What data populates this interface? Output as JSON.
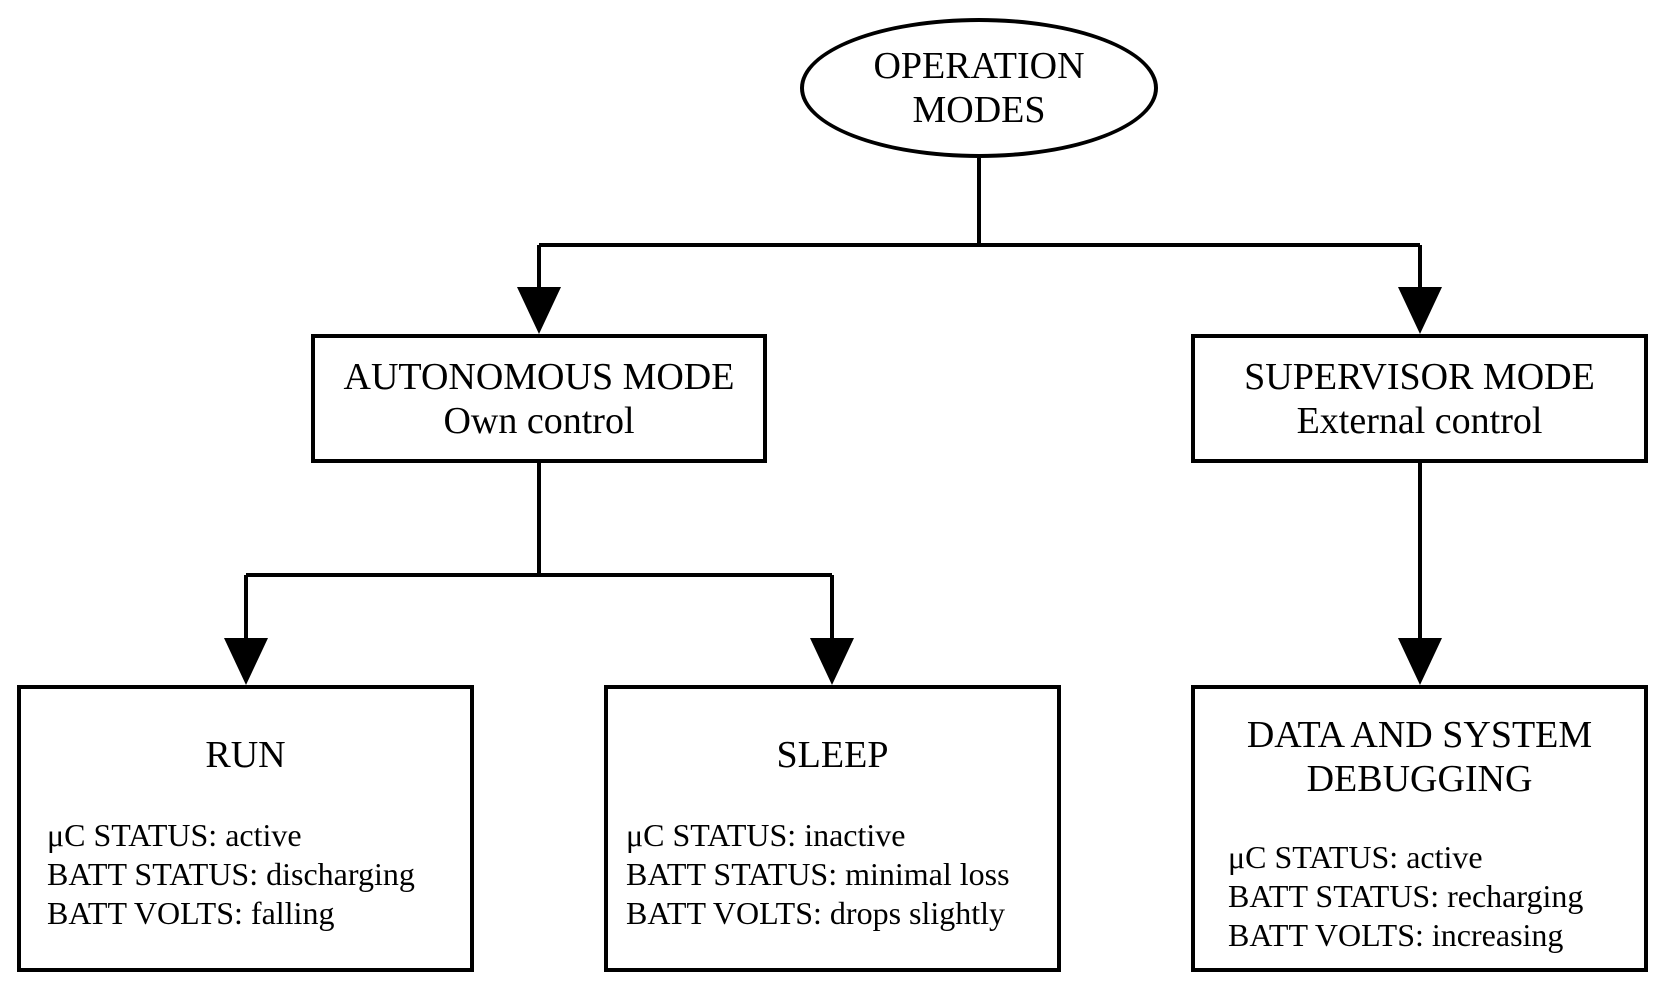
{
  "root": {
    "line1": "OPERATION",
    "line2": "MODES"
  },
  "autonomous": {
    "title": "AUTONOMOUS MODE",
    "subtitle": "Own control"
  },
  "supervisor": {
    "title": "SUPERVISOR MODE",
    "subtitle": "External control"
  },
  "run": {
    "title": "RUN",
    "lines": [
      "μC STATUS: active",
      "BATT STATUS: discharging",
      "BATT VOLTS: falling"
    ]
  },
  "sleep": {
    "title": "SLEEP",
    "lines": [
      "μC STATUS: inactive",
      "BATT STATUS: minimal loss",
      "BATT VOLTS: drops slightly"
    ]
  },
  "debug": {
    "title_line1": "DATA AND SYSTEM",
    "title_line2": "DEBUGGING",
    "lines": [
      "μC STATUS: active",
      "BATT STATUS: recharging",
      "BATT VOLTS: increasing"
    ]
  }
}
